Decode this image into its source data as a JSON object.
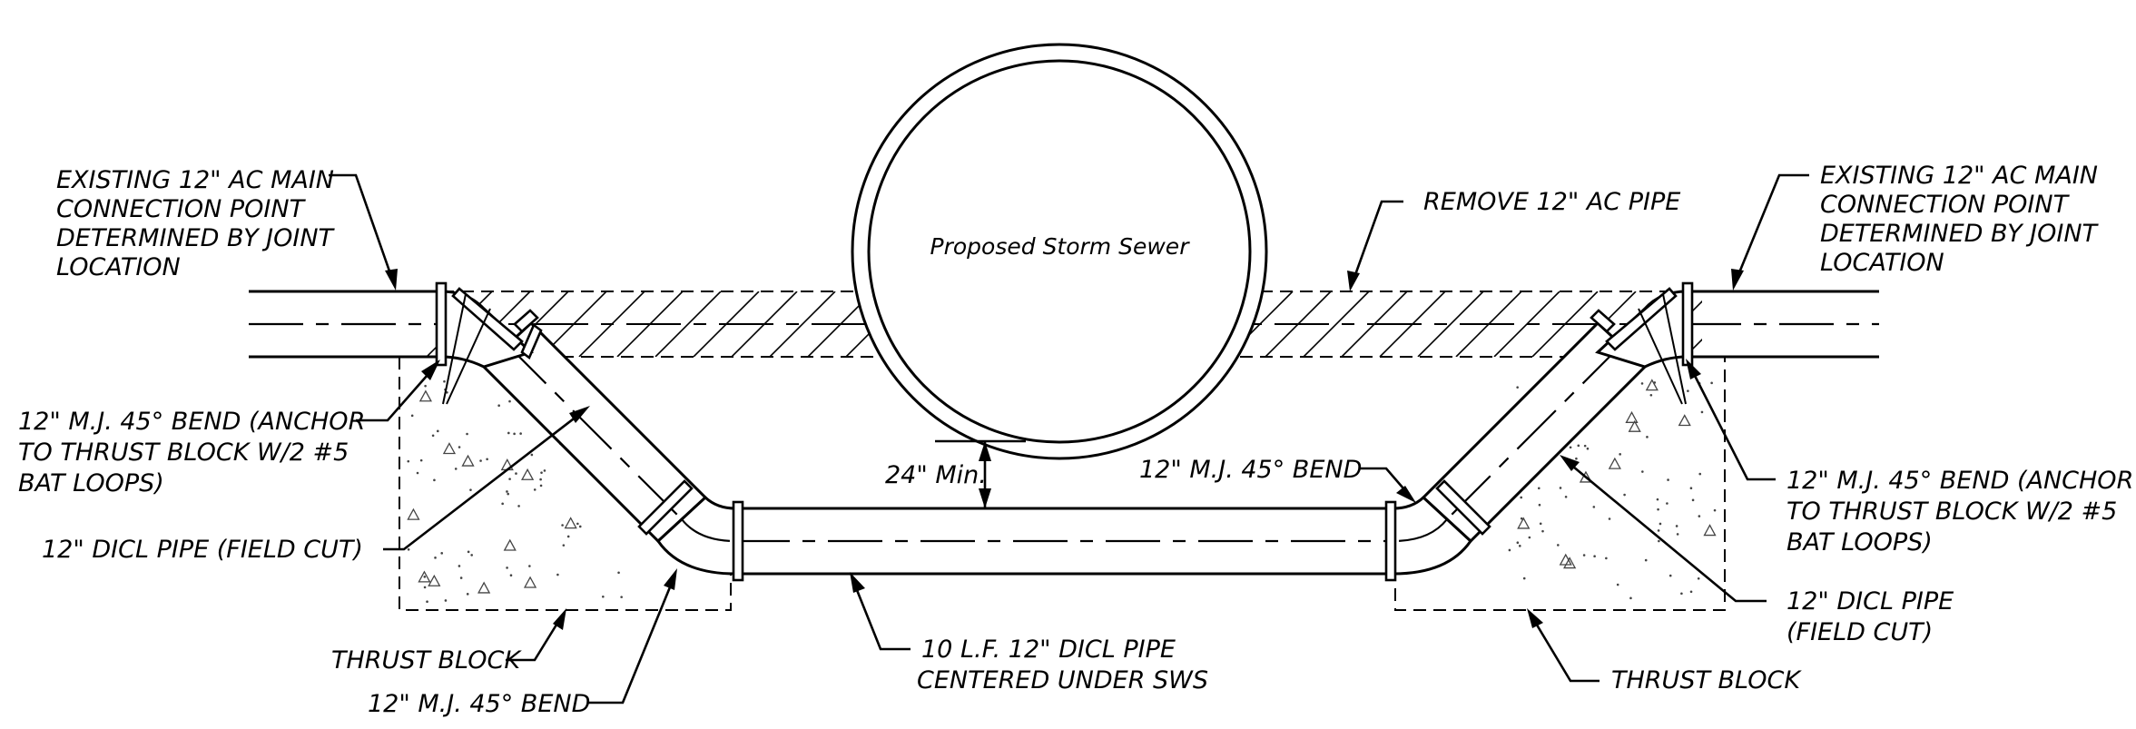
{
  "labels": {
    "storm_sewer": "Proposed Storm Sewer",
    "remove_pipe": "REMOVE 12\" AC PIPE",
    "clearance": "24\" Min.",
    "left_existing": [
      "EXISTING 12\" AC MAIN",
      "CONNECTION POINT",
      "DETERMINED BY JOINT",
      "LOCATION"
    ],
    "right_existing": [
      "EXISTING 12\" AC MAIN",
      "CONNECTION POINT",
      "DETERMINED BY JOINT",
      "LOCATION"
    ],
    "left_anchor_bend": [
      "12\" M.J. 45° BEND (ANCHOR",
      "TO THRUST BLOCK W/2 #5",
      "BAT LOOPS)"
    ],
    "right_anchor_bend": [
      "12\" M.J. 45° BEND (ANCHOR",
      "TO THRUST BLOCK W/2 #5",
      "BAT LOOPS)"
    ],
    "left_dicl": "12\" DICL PIPE (FIELD CUT)",
    "right_dicl": [
      "12\" DICL PIPE",
      "(FIELD CUT)"
    ],
    "left_thrust": "THRUST BLOCK",
    "right_thrust": "THRUST BLOCK",
    "left_lower_bend": "12\" M.J. 45° BEND",
    "right_lower_bend": "12\" M.J. 45° BEND",
    "center_pipe": [
      "10 L.F. 12\" DICL PIPE",
      "CENTERED UNDER SWS"
    ]
  },
  "colors": {
    "line": "#000000",
    "background": "#ffffff"
  }
}
